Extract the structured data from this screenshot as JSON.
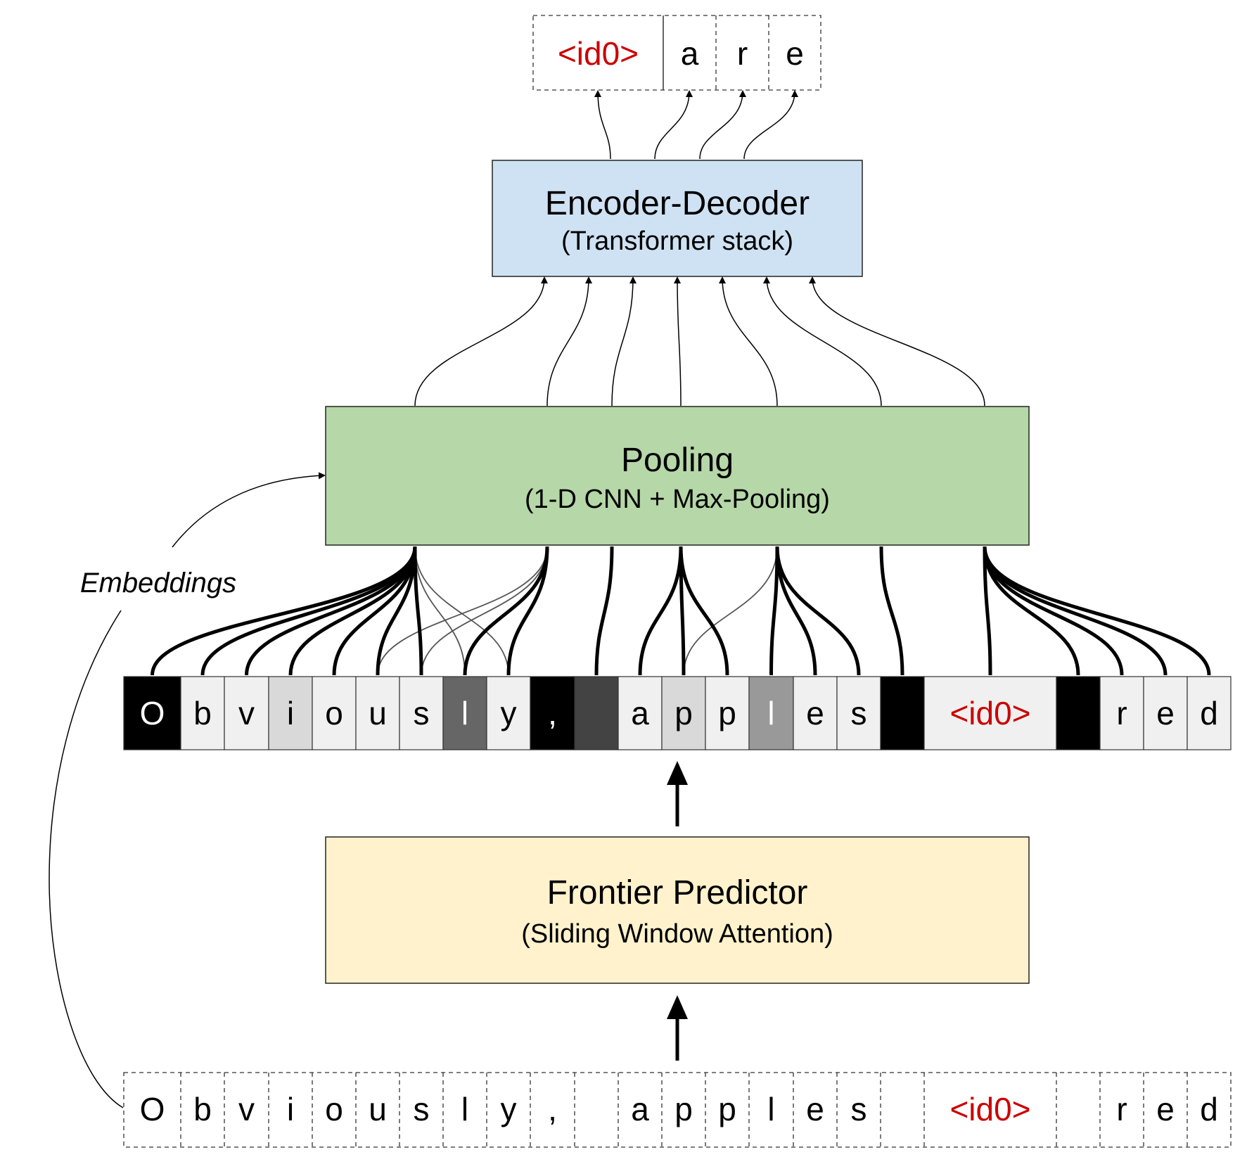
{
  "colors": {
    "sentinel": "#cc0000",
    "encoder_fill": "#cfe2f3",
    "pooling_fill": "#b6d7a8",
    "frontier_fill": "#fff2cc",
    "embedding_light": "#f0f0f0",
    "embedding_mid": "#d9d9d9",
    "embedding_gray": "#999999",
    "embedding_dark": "#666666",
    "embedding_darker": "#434343",
    "embedding_black": "#000000"
  },
  "output_tokens": [
    "<id0>",
    "a",
    "r",
    "e"
  ],
  "encoder": {
    "title": "Encoder-Decoder",
    "subtitle": "(Transformer stack)"
  },
  "pooling": {
    "title": "Pooling",
    "subtitle": "(1-D CNN  +  Max-Pooling)"
  },
  "frontier": {
    "title": "Frontier Predictor",
    "subtitle": "(Sliding Window Attention)"
  },
  "embeddings_label": "Embeddings",
  "embedding_cells": [
    {
      "text": "O",
      "shade": "black"
    },
    {
      "text": "b",
      "shade": "light"
    },
    {
      "text": "v",
      "shade": "light"
    },
    {
      "text": "i",
      "shade": "mid"
    },
    {
      "text": "o",
      "shade": "light"
    },
    {
      "text": "u",
      "shade": "light"
    },
    {
      "text": "s",
      "shade": "light"
    },
    {
      "text": "l",
      "shade": "dark"
    },
    {
      "text": "y",
      "shade": "light"
    },
    {
      "text": ",",
      "shade": "black"
    },
    {
      "text": "",
      "shade": "darker"
    },
    {
      "text": "a",
      "shade": "light"
    },
    {
      "text": "p",
      "shade": "mid"
    },
    {
      "text": "p",
      "shade": "light"
    },
    {
      "text": "l",
      "shade": "gray"
    },
    {
      "text": "e",
      "shade": "light"
    },
    {
      "text": "s",
      "shade": "light"
    },
    {
      "text": "",
      "shade": "black"
    },
    {
      "text": "<id0>",
      "shade": "light"
    },
    {
      "text": "",
      "shade": "black"
    },
    {
      "text": "r",
      "shade": "light"
    },
    {
      "text": "e",
      "shade": "light"
    },
    {
      "text": "d",
      "shade": "light"
    }
  ],
  "input_cells": [
    "O",
    "b",
    "v",
    "i",
    "o",
    "u",
    "s",
    "l",
    "y",
    ",",
    "",
    "a",
    "p",
    "p",
    "l",
    "e",
    "s",
    "",
    "<id0>",
    "",
    "r",
    "e",
    "d"
  ]
}
